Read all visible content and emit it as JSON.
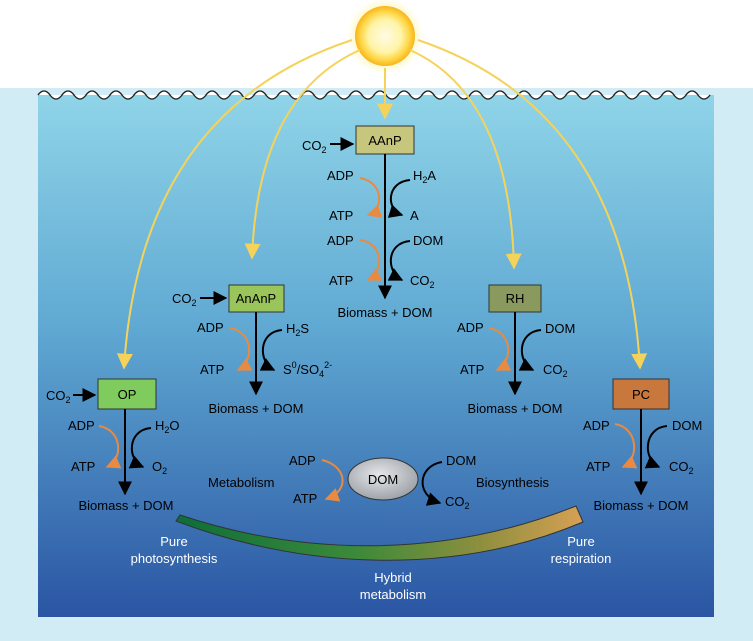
{
  "boxes": {
    "aanp": {
      "label": "AAnP",
      "color": "#c6c77d"
    },
    "ananp": {
      "label": "AnAnP",
      "color": "#9ac55a"
    },
    "rh": {
      "label": "RH",
      "color": "#8a9a5f"
    },
    "op": {
      "label": "OP",
      "color": "#7fcb5d"
    },
    "pc": {
      "label": "PC",
      "color": "#c8773d"
    },
    "dom": {
      "label": "DOM",
      "color": "#b8bcc2"
    }
  },
  "aanp": {
    "co2": "CO",
    "co2_sub": "2",
    "adp1": "ADP",
    "h2a": "H",
    "h2a_sub": "2",
    "h2a_tail": "A",
    "atp1": "ATP",
    "a": "A",
    "adp2": "ADP",
    "dom": "DOM",
    "atp2": "ATP",
    "co2_out": "CO",
    "co2_out_sub": "2",
    "output": "Biomass + DOM"
  },
  "ananp": {
    "co2": "CO",
    "co2_sub": "2",
    "adp": "ADP",
    "h2s": "H",
    "h2s_sub": "2",
    "h2s_tail": "S",
    "atp": "ATP",
    "s": "S",
    "s_sup": "0",
    "so4": "/SO",
    "so4_sub": "4",
    "so4_sup": "2-",
    "output": "Biomass + DOM"
  },
  "rh": {
    "adp": "ADP",
    "dom": "DOM",
    "atp": "ATP",
    "co2": "CO",
    "co2_sub": "2",
    "output": "Biomass + DOM"
  },
  "op": {
    "co2": "CO",
    "co2_sub": "2",
    "adp": "ADP",
    "h2o": "H",
    "h2o_sub": "2",
    "h2o_tail": "O",
    "atp": "ATP",
    "o2": "O",
    "o2_sub": "2",
    "output": "Biomass + DOM"
  },
  "pc": {
    "adp": "ADP",
    "dom": "DOM",
    "atp": "ATP",
    "co2": "CO",
    "co2_sub": "2",
    "output": "Biomass + DOM"
  },
  "center": {
    "metabolism": "Metabolism",
    "biosynthesis": "Biosynthesis",
    "adp": "ADP",
    "atp": "ATP",
    "dom": "DOM",
    "co2": "CO",
    "co2_sub": "2"
  },
  "spectrum": {
    "left1": "Pure",
    "left2": "photosynthesis",
    "right1": "Pure",
    "right2": "respiration",
    "mid1": "Hybrid",
    "mid2": "metabolism"
  },
  "colors": {
    "sun_ray": "#f5d35a",
    "atp_arrow": "#e98a43",
    "ocean_top": "#8fd2e6",
    "ocean_bottom": "#2d58a6",
    "band_green": "#0f7a3a",
    "band_orange": "#d9a050"
  }
}
